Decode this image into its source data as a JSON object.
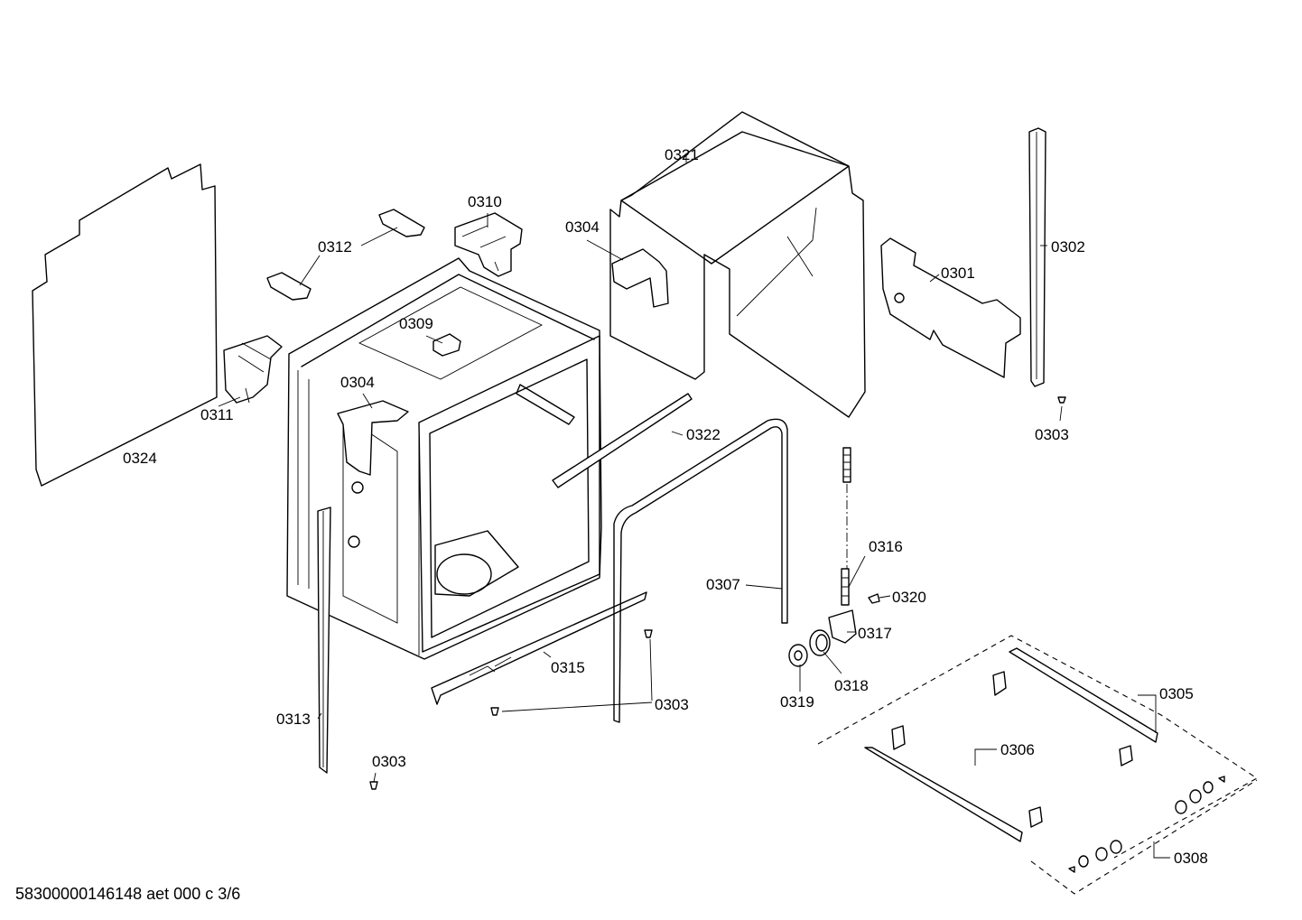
{
  "labels": {
    "p0301": "0301",
    "p0302": "0302",
    "p0303a": "0303",
    "p0303b": "0303",
    "p0303c": "0303",
    "p0304a": "0304",
    "p0304b": "0304",
    "p0305": "0305",
    "p0306": "0306",
    "p0307": "0307",
    "p0308": "0308",
    "p0309": "0309",
    "p0310": "0310",
    "p0311": "0311",
    "p0312": "0312",
    "p0313": "0313",
    "p0315": "0315",
    "p0316": "0316",
    "p0317": "0317",
    "p0318": "0318",
    "p0319": "0319",
    "p0320": "0320",
    "p0321": "0321",
    "p0322": "0322",
    "p0324": "0324"
  },
  "footer": {
    "doc_ref": "58300000146148 aet 000 c 3/6"
  }
}
